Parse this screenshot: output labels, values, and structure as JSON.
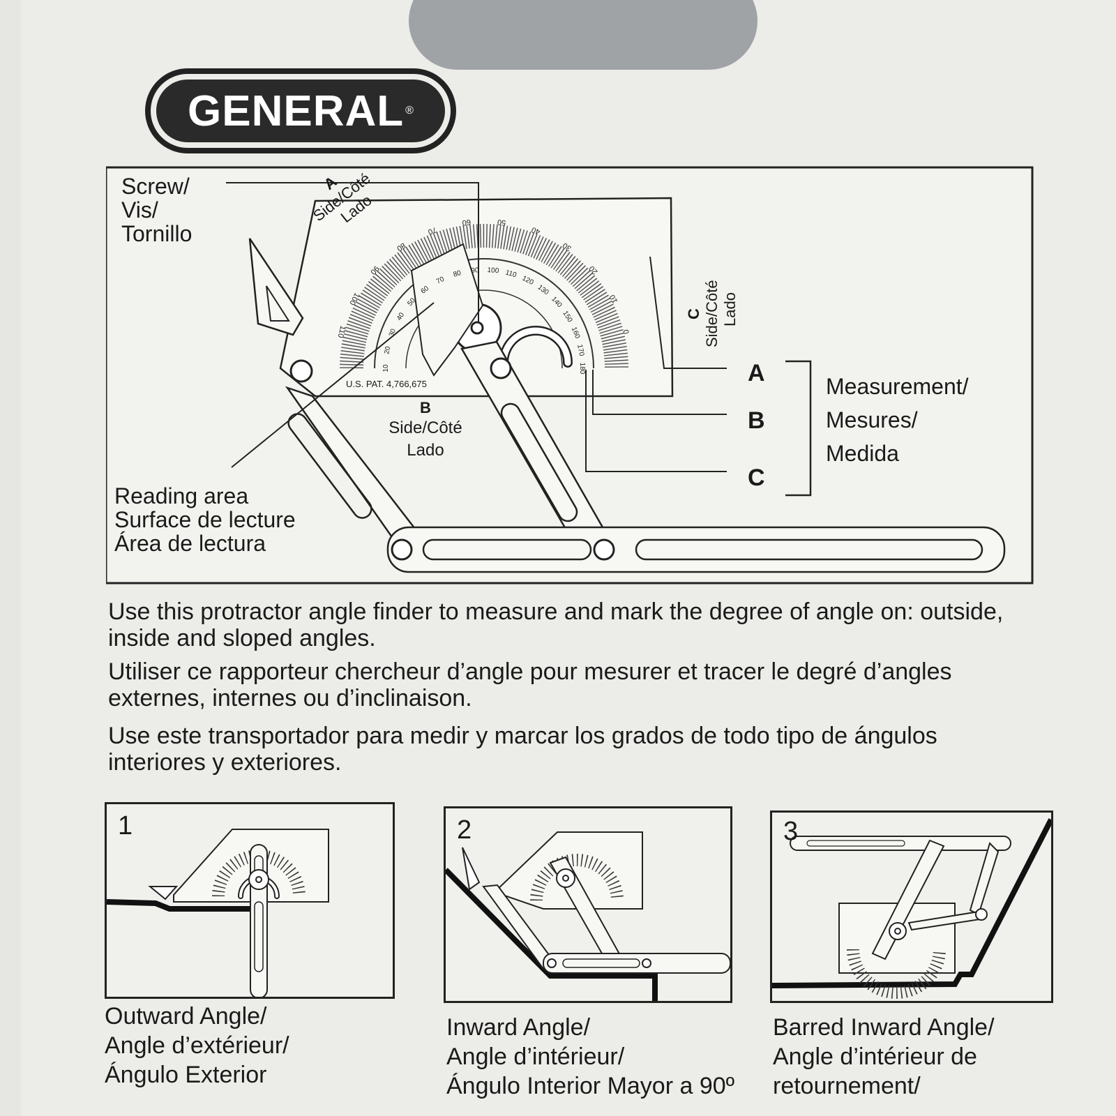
{
  "brand": {
    "name": "GENERAL",
    "reg_mark": "®"
  },
  "diagram": {
    "screw_label": [
      "Screw/",
      "Vis/",
      "Tornillo"
    ],
    "side_a": {
      "letter": "A",
      "text": [
        "Side/Côté",
        "Lado"
      ]
    },
    "side_b": {
      "letter": "B",
      "text": [
        "Side/Côté",
        "Lado"
      ]
    },
    "side_c": {
      "letter": "C",
      "text": [
        "Side/Côté",
        "Lado"
      ]
    },
    "patent": "U.S. PAT. 4,766,675",
    "reading_area": [
      "Reading area",
      "Surface de lecture",
      "Área de lectura"
    ],
    "measurement_letters": [
      "A",
      "B",
      "C"
    ],
    "measurement_label": [
      "Measurement/",
      "Mesures/",
      "Medida"
    ],
    "scale_outer": [
      "110",
      "100",
      "90",
      "80",
      "70",
      "60",
      "50",
      "40",
      "30",
      "20",
      "10",
      "0"
    ],
    "scale_inner": [
      "10",
      "20",
      "30",
      "40",
      "50",
      "60",
      "70",
      "80",
      "90",
      "100",
      "110",
      "120",
      "130",
      "140",
      "150",
      "160",
      "170",
      "180"
    ]
  },
  "descriptions": [
    "Use this protractor angle finder to measure and mark the degree of angle on: outside, inside and sloped angles.",
    "Utiliser ce rapporteur chercheur d’angle pour mesurer et tracer le degré d’angles externes, internes ou d’inclinaison.",
    "Use este transportador para medir y marcar los grados de todo tipo de ángulos interiores y exteriores."
  ],
  "steps": [
    {
      "number": "1",
      "caption": [
        "Outward Angle/",
        "Angle d’extérieur/",
        "Ángulo Exterior"
      ]
    },
    {
      "number": "2",
      "caption": [
        "Inward Angle/",
        "Angle d’intérieur/",
        "Ángulo Interior Mayor a 90º"
      ]
    },
    {
      "number": "3",
      "caption": [
        "Barred Inward Angle/",
        "Angle d’intérieur de",
        "retournement/"
      ]
    }
  ]
}
